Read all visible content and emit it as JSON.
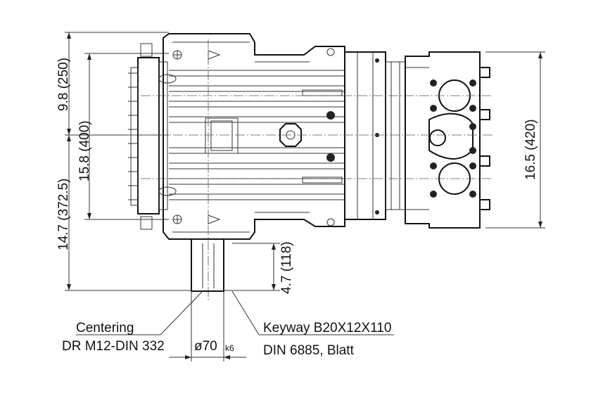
{
  "dimensions": {
    "d250": "9.8 (250)",
    "d400": "15.8 (400)",
    "d372": "14.7 (372.5)",
    "d420": "16.5 (420)",
    "d118": "4.7 (118)",
    "shaft_dia": "ø70",
    "shaft_fit": "k6"
  },
  "notes": {
    "centering_line1": "Centering",
    "centering_line2": "DR M12-DIN 332",
    "keyway_line1": "Keyway B20X12X110",
    "keyway_line2": "DIN 6885, Blatt"
  }
}
